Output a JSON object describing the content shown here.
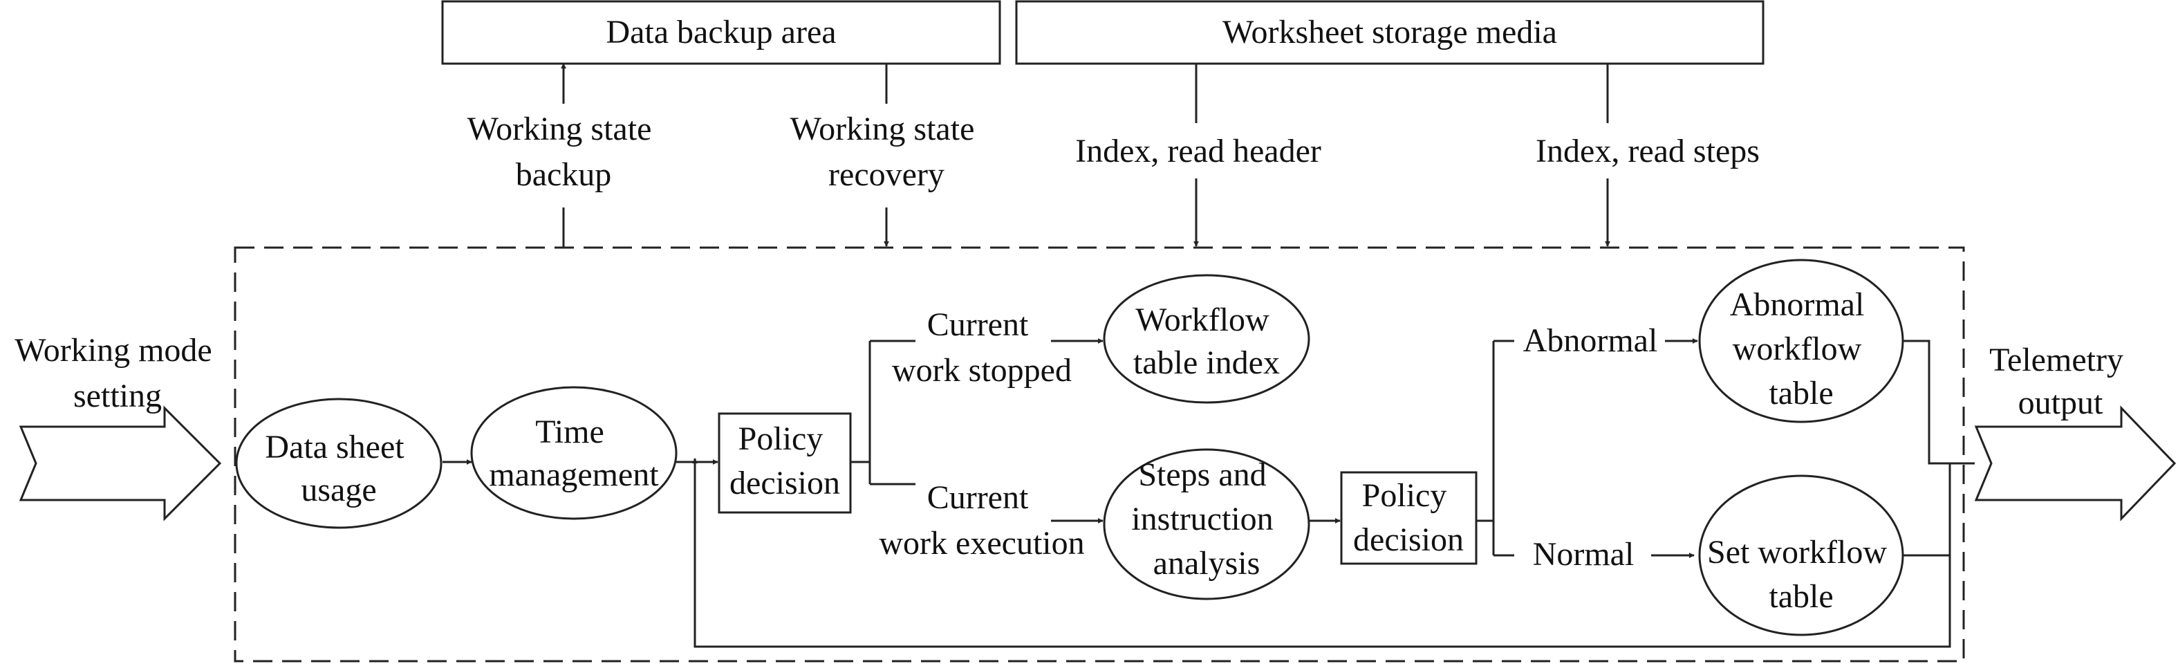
{
  "top_boxes": {
    "backup_area": "Data backup area",
    "storage_media": "Worksheet storage media"
  },
  "top_labels": {
    "state_backup": [
      "Working state",
      "backup"
    ],
    "state_recovery": [
      "Working state",
      "recovery"
    ],
    "read_header": "Index, read header",
    "read_steps": "Index, read steps"
  },
  "input_label": [
    "Working mode",
    "setting"
  ],
  "output_label": [
    "Telemetry",
    "output"
  ],
  "nodes": {
    "data_sheet_usage": [
      "Data sheet",
      "usage"
    ],
    "time_management": [
      "Time",
      "management"
    ],
    "policy_decision_1": [
      "Policy",
      "decision"
    ],
    "workflow_table_index": [
      "Workflow",
      "table index"
    ],
    "steps_instruction_analysis": [
      "Steps and",
      "instruction",
      "analysis"
    ],
    "policy_decision_2": [
      "Policy",
      "decision"
    ],
    "abnormal_workflow_table": [
      "Abnormal",
      "workflow",
      "table"
    ],
    "set_workflow_table": [
      "Set workflow",
      "table"
    ]
  },
  "edge_labels": {
    "current_work_stopped": [
      "Current",
      "work stopped"
    ],
    "current_work_execution": [
      "Current",
      "work execution"
    ],
    "abnormal": "Abnormal",
    "normal": "Normal"
  }
}
